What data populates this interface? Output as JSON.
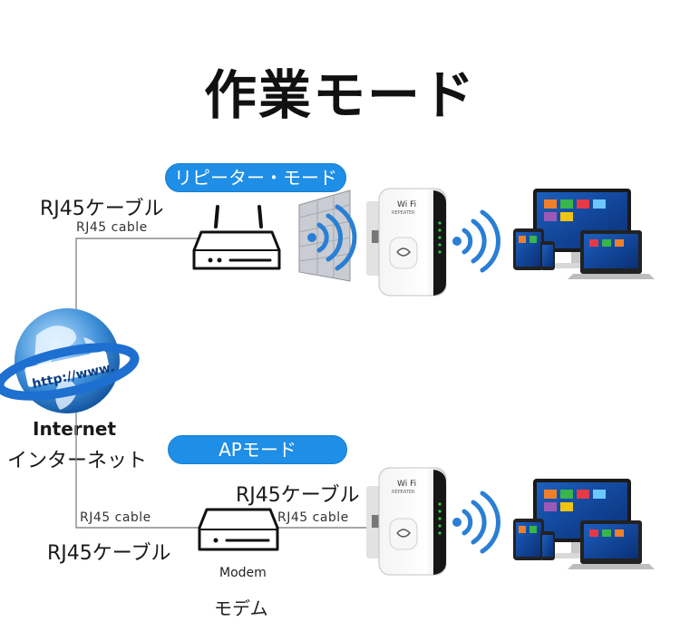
{
  "title": "作業モード",
  "repeater_mode": {
    "label": "リピーター・モード",
    "cable_jp": "RJ45ケーブル",
    "cable_en": "RJ45 cable"
  },
  "ap_mode": {
    "label": "APモード",
    "left_cable_en": "RJ45 cable",
    "left_cable_jp": "RJ45ケーブル",
    "right_cable_jp": "RJ45ケーブル",
    "right_cable_en": "RJ45 cable",
    "modem_en": "Modem",
    "modem_jp": "モデム"
  },
  "internet": {
    "label_en": "Internet",
    "label_jp": "インターネット",
    "globe_text": "http://www."
  },
  "repeater_device": {
    "brand": "Wi Fi",
    "model": "REPEATER"
  },
  "colors": {
    "accent_blue": "#1e8ee6",
    "signal_blue": "#2a7fd4",
    "line_gray": "#8a8a8a"
  }
}
